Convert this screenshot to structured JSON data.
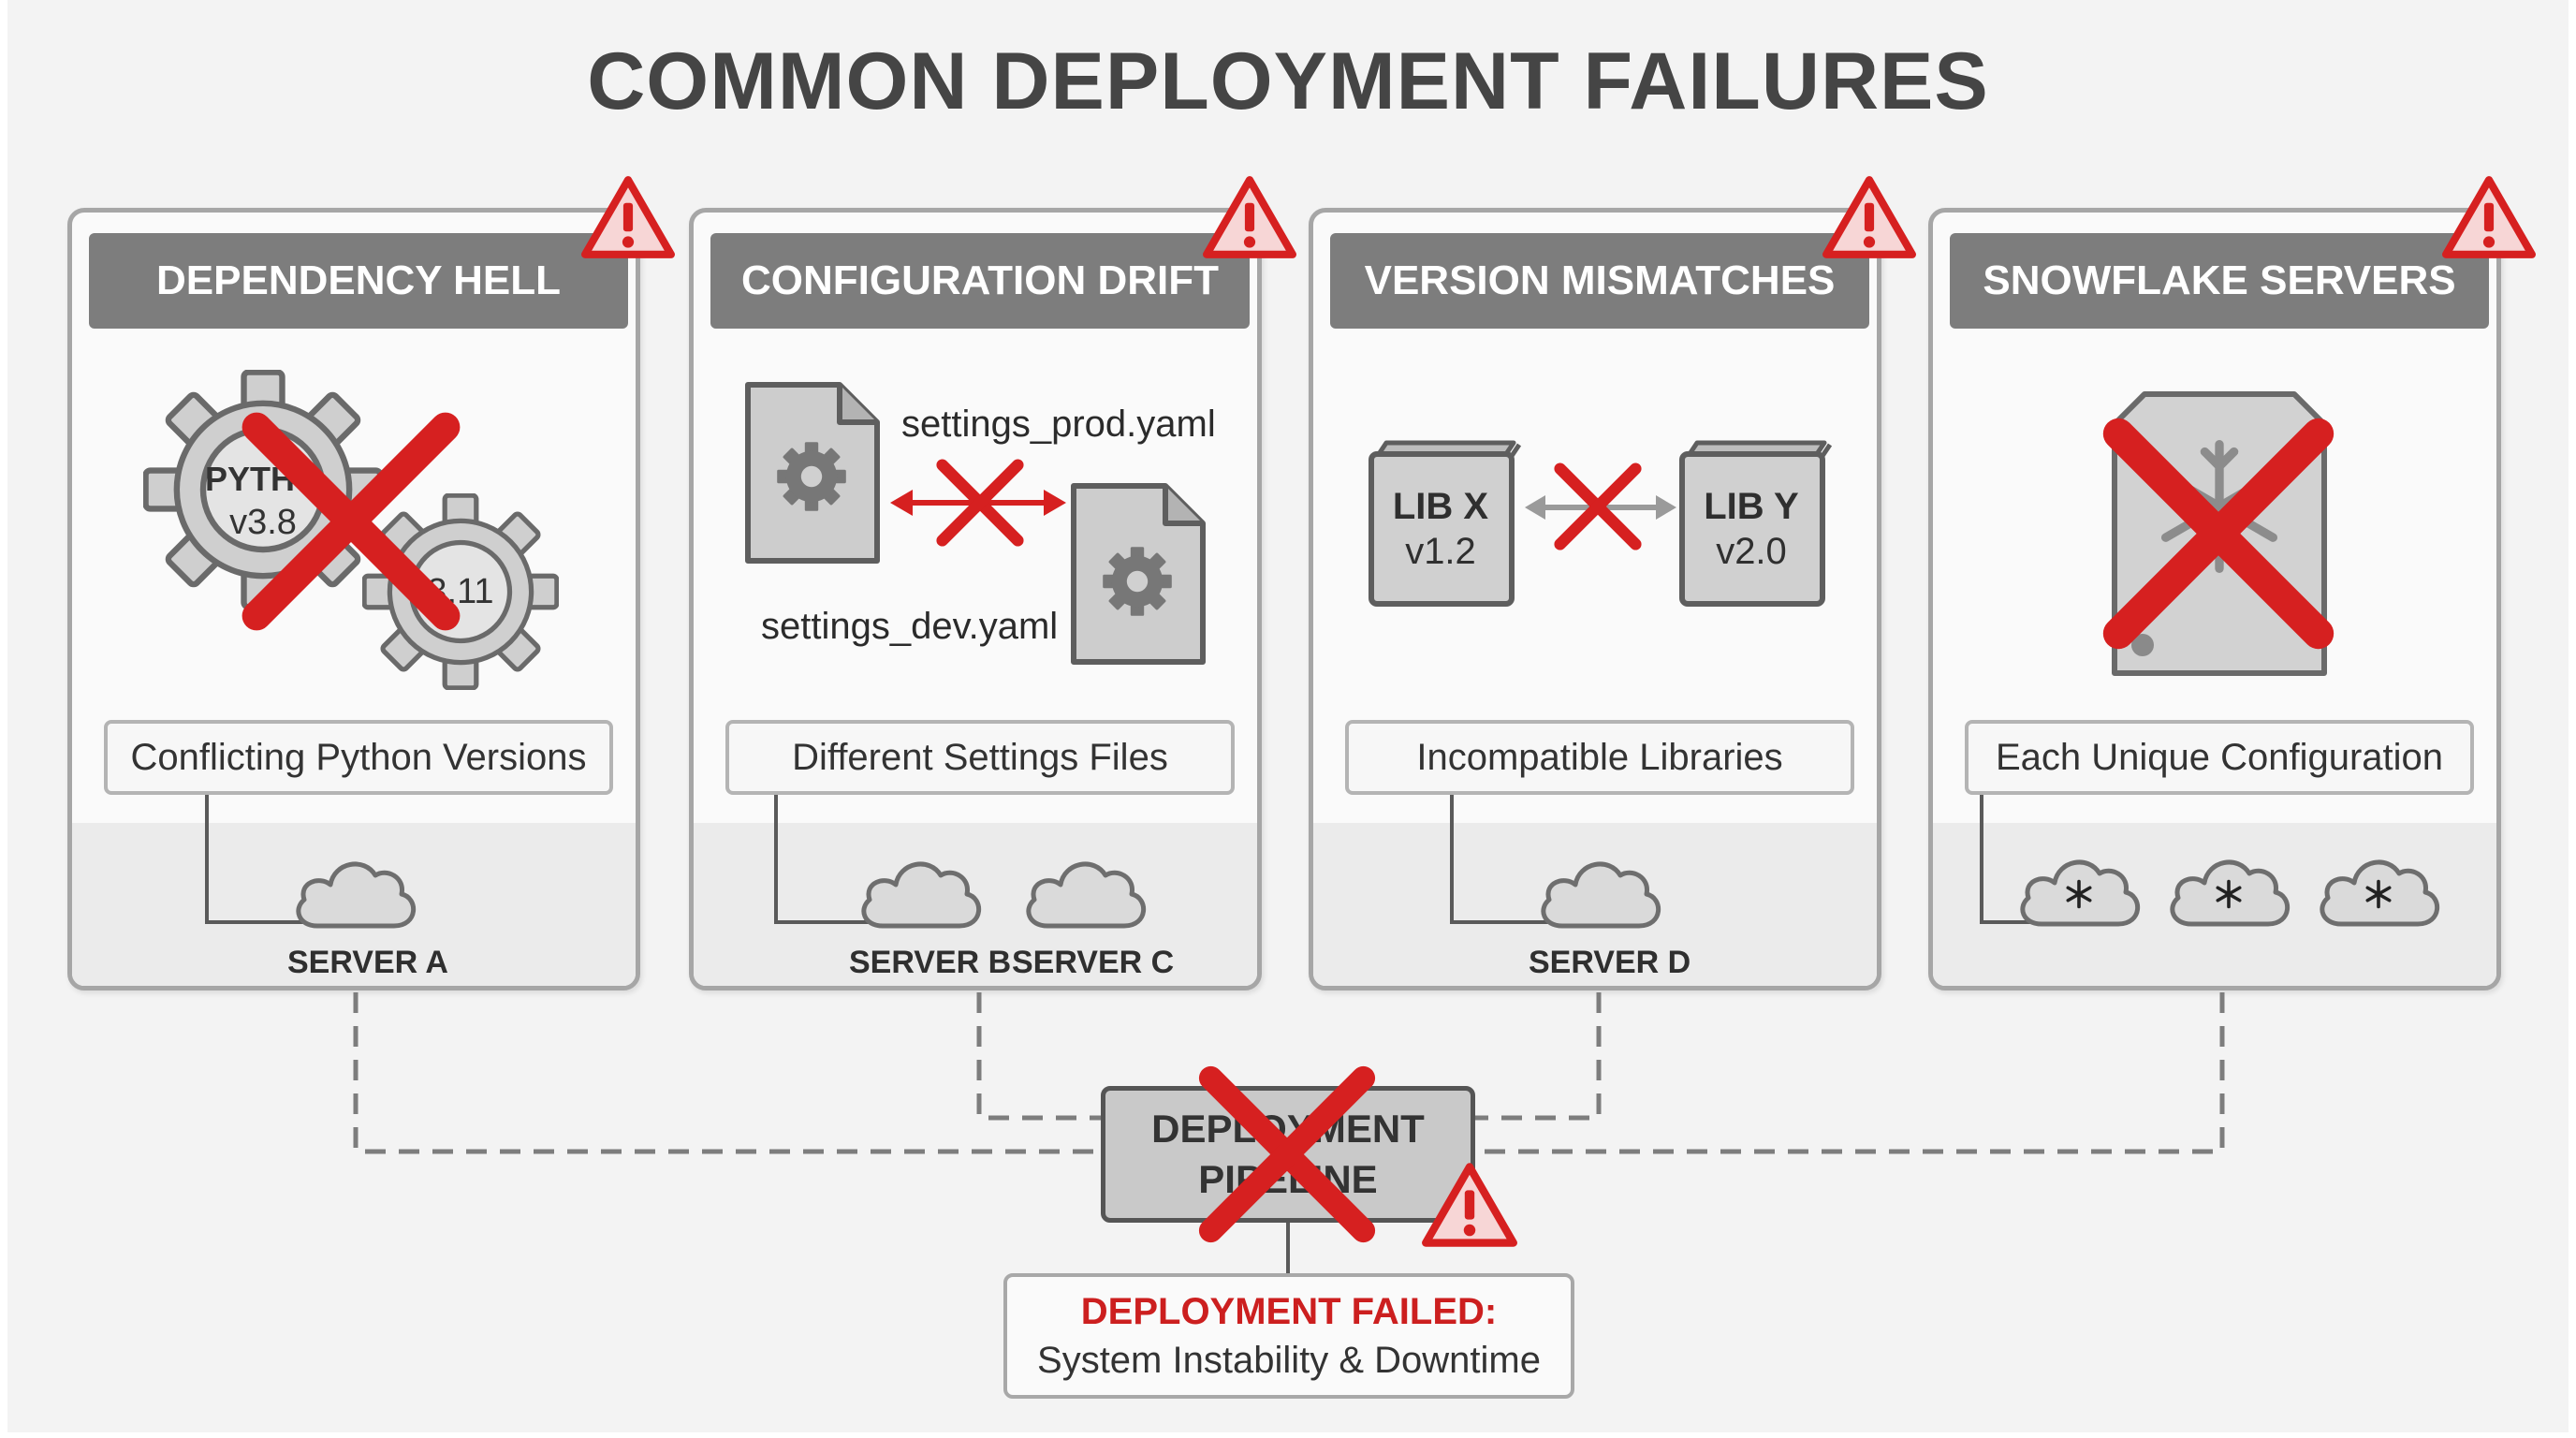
{
  "title": "COMMON DEPLOYMENT FAILURES",
  "colors": {
    "alert_red": "#d62020",
    "header_gray": "#7d7d7d",
    "panel_border": "#a6a6a6"
  },
  "panels": [
    {
      "header": "DEPENDENCY HELL",
      "gear_a": {
        "line1": "PYTHO",
        "line2": "v3.8"
      },
      "gear_b": "3.11",
      "caption": "Conflicting Python Versions",
      "servers": [
        "SERVER A"
      ],
      "icons": [
        "gear-icon",
        "cloud-icon",
        "warning-icon"
      ]
    },
    {
      "header": "CONFIGURATION DRIFT",
      "file_prod": "settings_prod.yaml",
      "file_dev": "settings_dev.yaml",
      "caption": "Different Settings Files",
      "servers": [
        "SERVER B",
        "SERVER C"
      ],
      "icons": [
        "file-gear-icon",
        "cloud-icon",
        "warning-icon"
      ]
    },
    {
      "header": "VERSION MISMATCHES",
      "lib_x": {
        "name": "LIB X",
        "version": "v1.2"
      },
      "lib_y": {
        "name": "LIB Y",
        "version": "v2.0"
      },
      "caption": "Incompatible Libraries",
      "servers": [
        "SERVER D"
      ],
      "icons": [
        "book-icon",
        "cloud-icon",
        "warning-icon"
      ]
    },
    {
      "header": "SNOWFLAKE SERVERS",
      "caption": "Each Unique Configuration",
      "servers": [],
      "icons": [
        "server-icon",
        "snowflake-cloud-icon",
        "warning-icon"
      ]
    }
  ],
  "pipeline": {
    "line1": "DEPLOYMENT",
    "line2": "PIPELINE"
  },
  "result": {
    "headline": "DEPLOYMENT FAILED:",
    "subline": "System Instability & Downtime"
  }
}
